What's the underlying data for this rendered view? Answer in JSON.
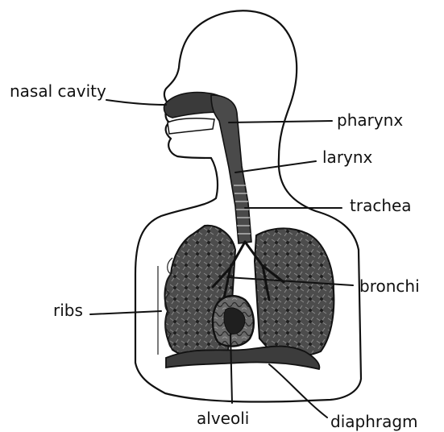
{
  "labels": {
    "nasal_cavity": "nasal cavity",
    "pharynx": "pharynx",
    "larynx": "larynx",
    "trachea": "trachea",
    "bronchi": "bronchi",
    "ribs": "ribs",
    "alveoli": "alveoli",
    "diaphragm": "diaphragm"
  },
  "colors": {
    "ink": "#111111",
    "lung_fill": "#5a5a5a",
    "lung_dark": "#2e2e2e",
    "background": "#ffffff"
  }
}
